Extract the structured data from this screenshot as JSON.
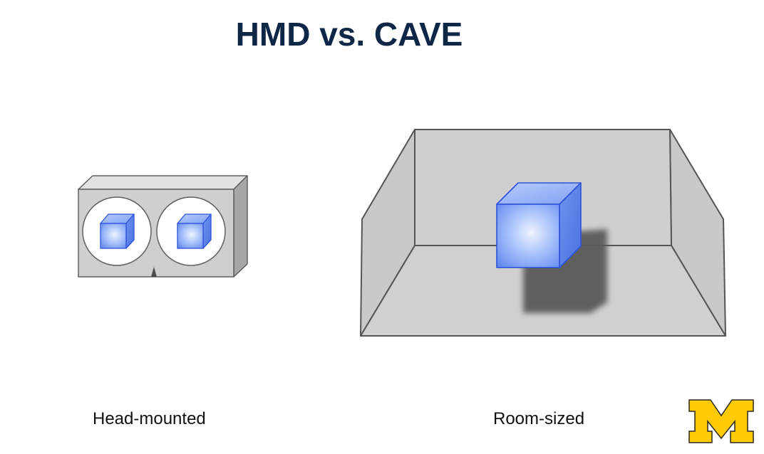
{
  "slide": {
    "title": "HMD vs. CAVE"
  },
  "captions": {
    "hmd": "Head-mounted",
    "cave": "Room-sized"
  },
  "logo": {
    "letter": "M",
    "color": "#FFCB05",
    "outline_color": "#2b2a1e"
  },
  "colors": {
    "title": "#0f2746",
    "device_face": "#cfcfcf",
    "room_wall": "#cfcfcf",
    "cube": "#7fa6f5",
    "cube_edge": "#2f53d8",
    "shadow": "#595959"
  }
}
